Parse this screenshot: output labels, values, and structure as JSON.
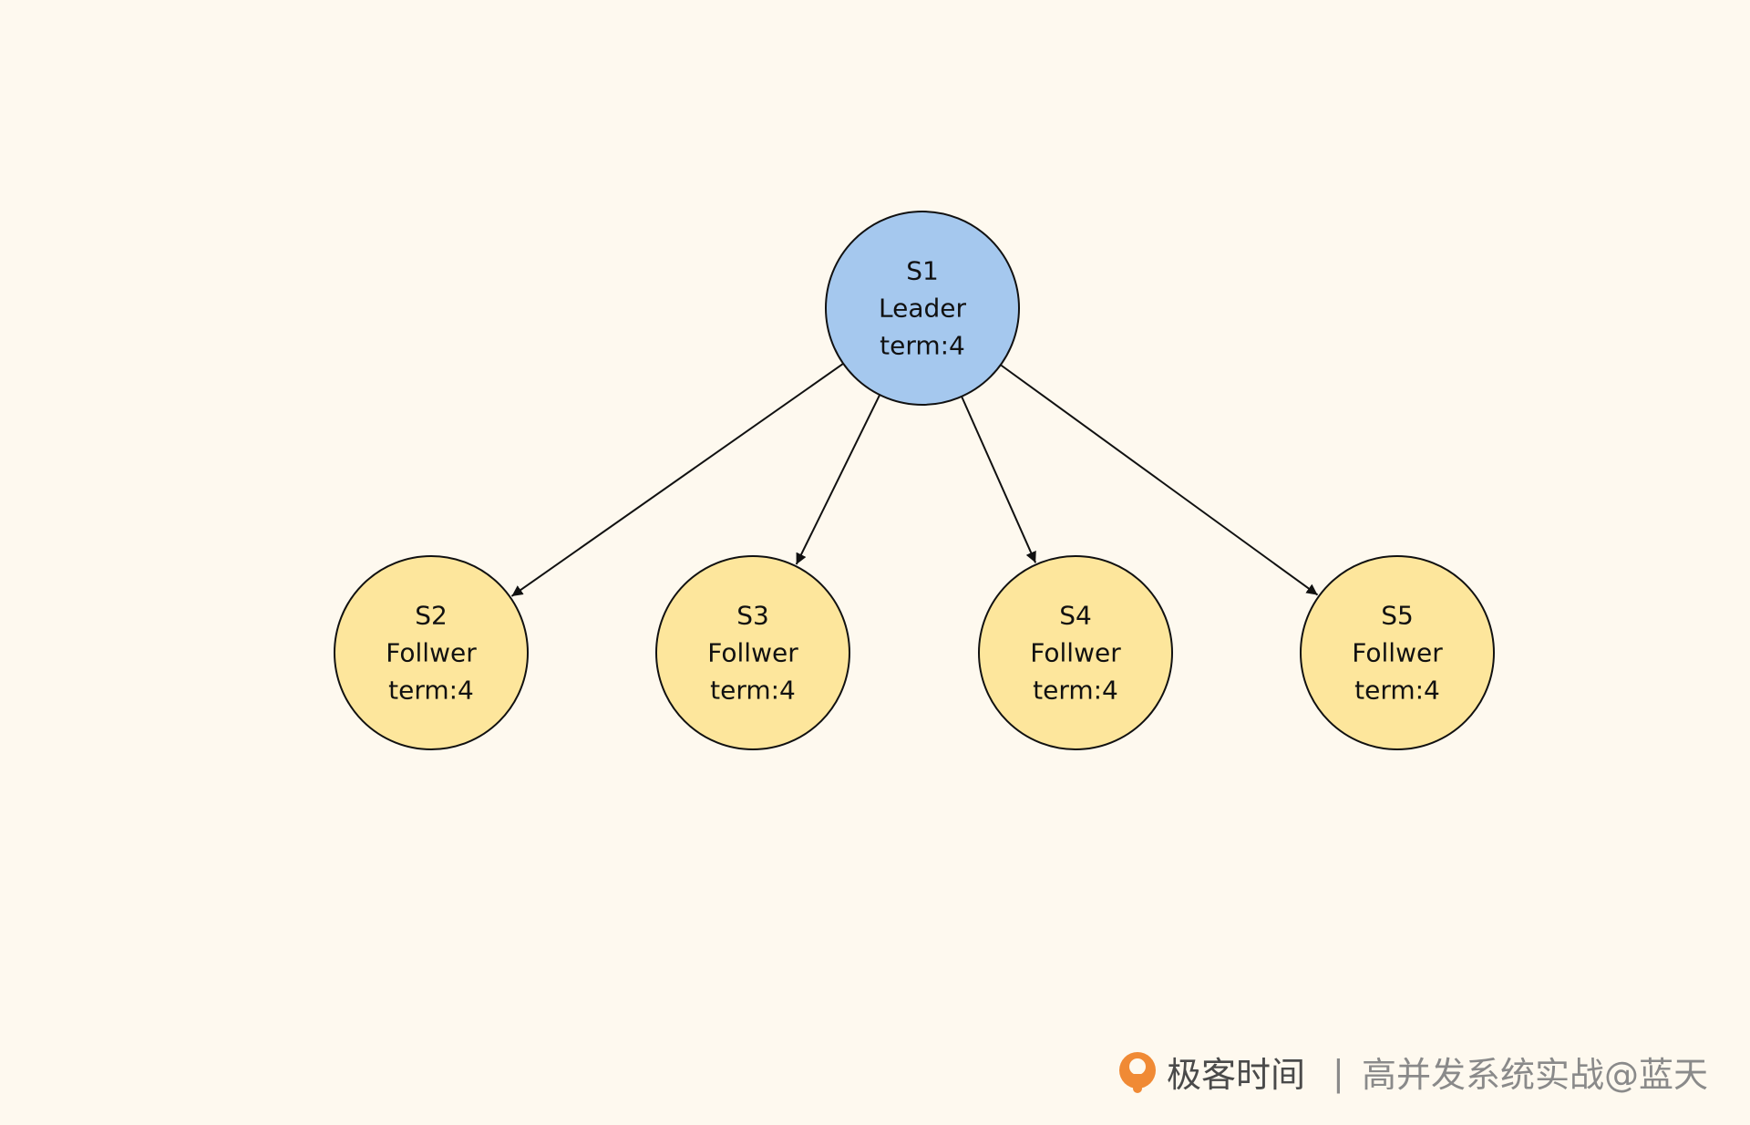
{
  "colors": {
    "background": "#fef9ef",
    "leader_fill": "#a5c8ee",
    "follower_fill": "#fde69c",
    "stroke": "#111111",
    "watermark_brand": "#4a4a4a",
    "watermark_text": "#8a8a8a",
    "logo_orange": "#f08a35"
  },
  "nodes": [
    {
      "id": "s1",
      "lines": [
        "S1",
        "Leader",
        "term:4"
      ],
      "role": "leader"
    },
    {
      "id": "s2",
      "lines": [
        "S2",
        "Follwer",
        "term:4"
      ],
      "role": "follower"
    },
    {
      "id": "s3",
      "lines": [
        "S3",
        "Follwer",
        "term:4"
      ],
      "role": "follower"
    },
    {
      "id": "s4",
      "lines": [
        "S4",
        "Follwer",
        "term:4"
      ],
      "role": "follower"
    },
    {
      "id": "s5",
      "lines": [
        "S5",
        "Follwer",
        "term:4"
      ],
      "role": "follower"
    }
  ],
  "edges": [
    {
      "from": "s1",
      "to": "s2"
    },
    {
      "from": "s1",
      "to": "s3"
    },
    {
      "from": "s1",
      "to": "s4"
    },
    {
      "from": "s1",
      "to": "s5"
    }
  ],
  "watermark": {
    "logo_icon": "geektime-logo-icon",
    "brand": "极客时间",
    "separator": "|",
    "text": "高并发系统实战@蓝天"
  }
}
